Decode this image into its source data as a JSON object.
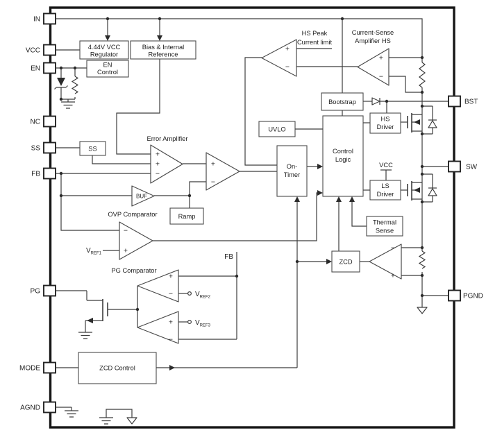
{
  "colors": {
    "ink": "#3c3c3c",
    "background": "#ffffff"
  },
  "pins": {
    "in": "IN",
    "vcc": "VCC",
    "en": "EN",
    "nc": "NC",
    "ss": "SS",
    "fb": "FB",
    "pg": "PG",
    "mode": "MODE",
    "agnd": "AGND",
    "bst": "BST",
    "sw": "SW",
    "pgnd": "PGND"
  },
  "blocks": {
    "vcc_regulator": {
      "l1": "4.44V VCC",
      "l2": "Regulator"
    },
    "bias": {
      "l1": "Bias & Internal",
      "l2": "Reference"
    },
    "en_control": {
      "l1": "EN",
      "l2": "Control"
    },
    "ss": "SS",
    "buf": "BUF",
    "ramp": "Ramp",
    "uvlo": "UVLO",
    "on_timer": {
      "l1": "On-",
      "l2": "Timer"
    },
    "control_logic": {
      "l1": "Control",
      "l2": "Logic"
    },
    "bootstrap": "Bootstrap",
    "hs_driver": {
      "l1": "HS",
      "l2": "Driver"
    },
    "ls_driver": {
      "l1": "LS",
      "l2": "Driver"
    },
    "thermal_sense": {
      "l1": "Thermal",
      "l2": "Sense"
    },
    "zcd": "ZCD",
    "zcd_control": "ZCD Control"
  },
  "labels": {
    "error_amplifier": "Error Amplifier",
    "ovp_comparator": "OVP Comparator",
    "pg_comparator": "PG Comparator",
    "hs_peak": {
      "l1": "HS Peak",
      "l2": "Current limit"
    },
    "cs_amp": {
      "l1": "Current-Sense",
      "l2": "Amplifier HS"
    },
    "vcc_rail": "VCC",
    "fb_net": "FB",
    "vref": {
      "base": "V",
      "r1": "REF1",
      "r2": "REF2",
      "r3": "REF3"
    }
  },
  "sym": {
    "plus": "+",
    "minus": "−"
  }
}
